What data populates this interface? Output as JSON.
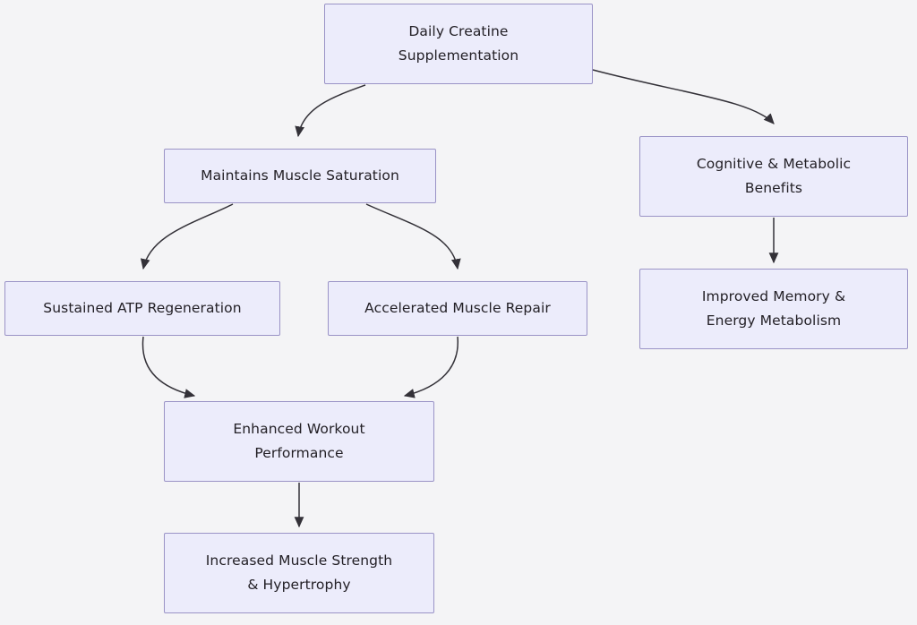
{
  "diagram": {
    "type": "flowchart",
    "direction": "top-down",
    "background_color": "#f4f4f6",
    "node_fill_color": "#ececfb",
    "node_border_color": "#9a93c6",
    "node_text_color": "#232026",
    "edge_color": "#333138",
    "nodes": [
      {
        "id": "root",
        "label": "Daily Creatine\nSupplementation"
      },
      {
        "id": "saturation",
        "label": "Maintains Muscle Saturation"
      },
      {
        "id": "cognitive",
        "label": "Cognitive & Metabolic\nBenefits"
      },
      {
        "id": "atp",
        "label": "Sustained ATP Regeneration"
      },
      {
        "id": "repair",
        "label": "Accelerated Muscle Repair"
      },
      {
        "id": "memory",
        "label": "Improved Memory &\nEnergy Metabolism"
      },
      {
        "id": "workout",
        "label": "Enhanced Workout\nPerformance"
      },
      {
        "id": "strength",
        "label": "Increased Muscle Strength\n& Hypertrophy"
      }
    ],
    "edges": [
      {
        "from": "root",
        "to": "saturation"
      },
      {
        "from": "root",
        "to": "cognitive"
      },
      {
        "from": "saturation",
        "to": "atp"
      },
      {
        "from": "saturation",
        "to": "repair"
      },
      {
        "from": "atp",
        "to": "workout"
      },
      {
        "from": "repair",
        "to": "workout"
      },
      {
        "from": "workout",
        "to": "strength"
      },
      {
        "from": "cognitive",
        "to": "memory"
      }
    ]
  }
}
